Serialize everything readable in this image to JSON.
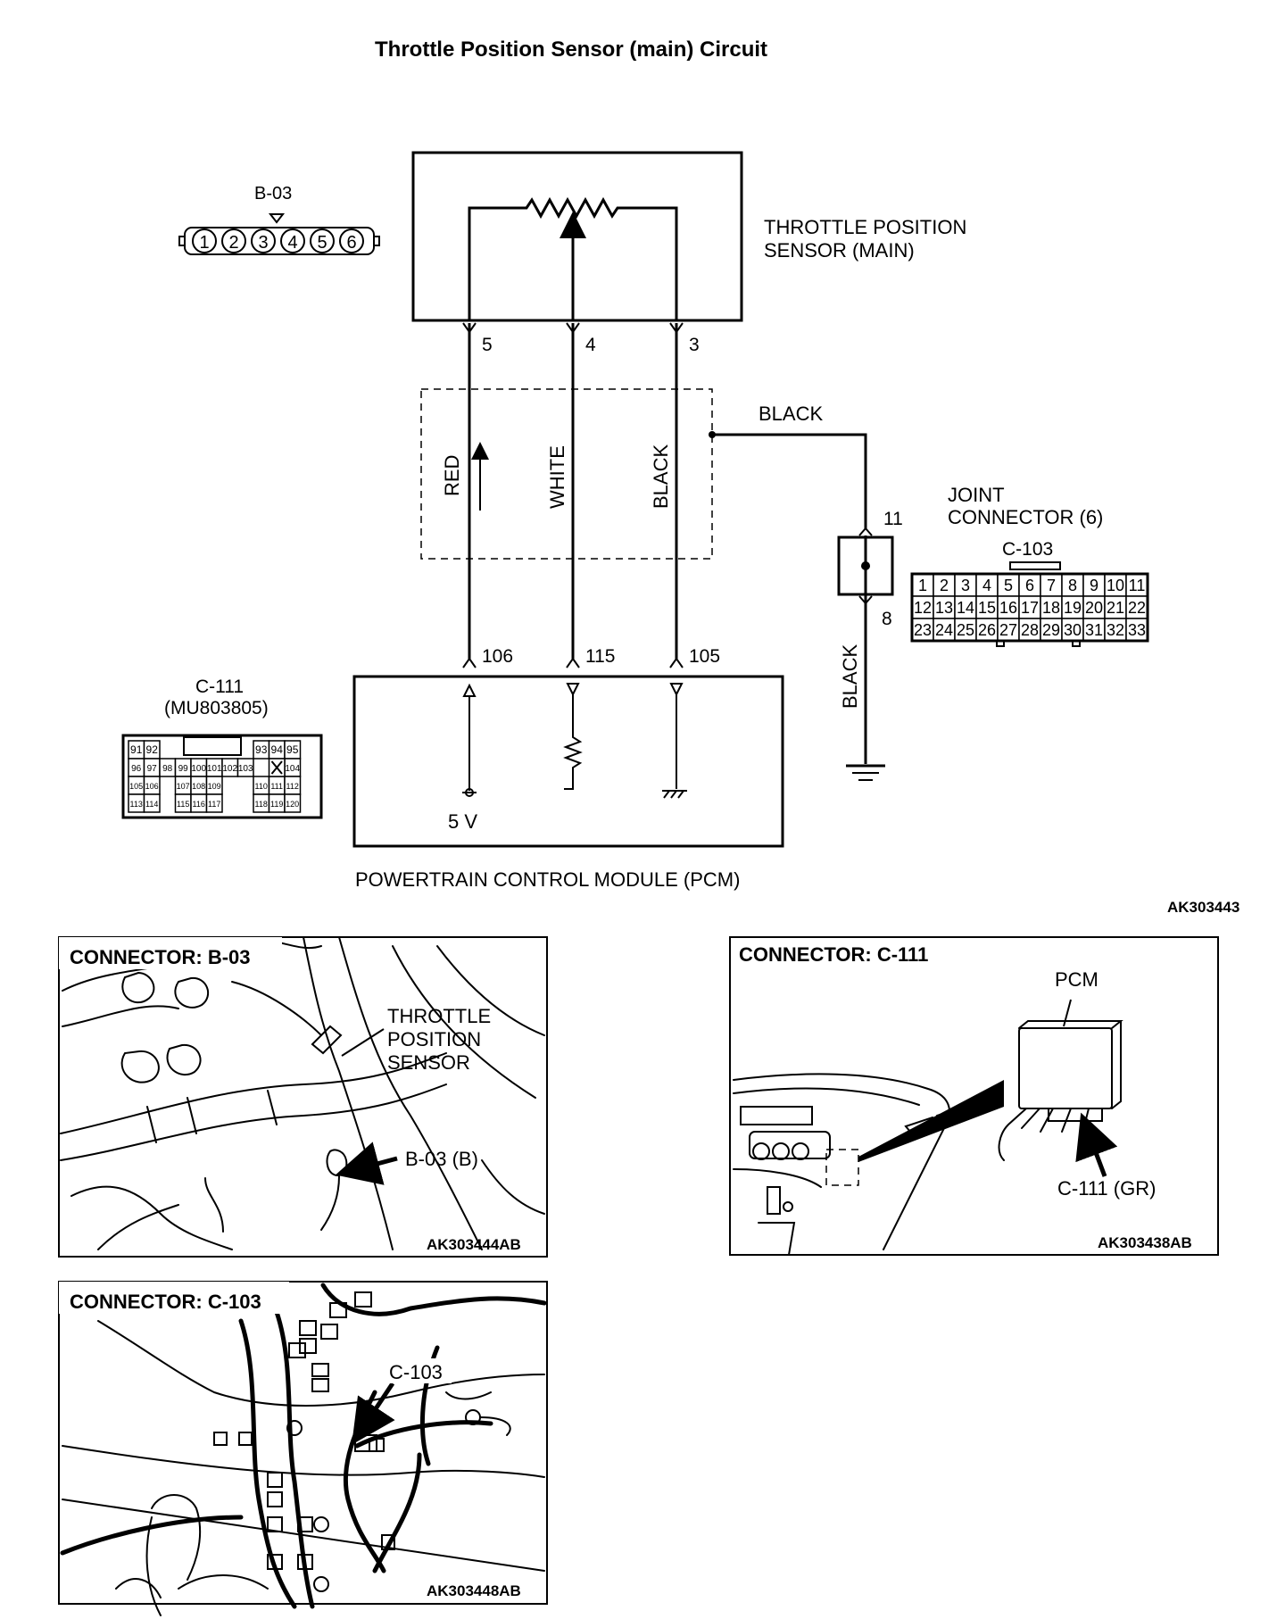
{
  "title": "Throttle Position Sensor (main) Circuit",
  "sensor": {
    "label_line1": "THROTTLE POSITION",
    "label_line2": "SENSOR (MAIN)",
    "connector_id": "B-03",
    "connector_pins": [
      "1",
      "2",
      "3",
      "4",
      "5",
      "6"
    ],
    "terminals": [
      "5",
      "4",
      "3"
    ]
  },
  "wires": {
    "red": "RED",
    "white": "WHITE",
    "black": "BLACK",
    "black_branch": "BLACK",
    "black_ground": "BLACK"
  },
  "joint_connector": {
    "label_line1": "JOINT",
    "label_line2": "CONNECTOR (6)",
    "id": "C-103",
    "pin_in": "11",
    "pin_out": "8",
    "rows": [
      [
        "1",
        "2",
        "3",
        "4",
        "5",
        "6",
        "7",
        "8",
        "9",
        "10",
        "11"
      ],
      [
        "12",
        "13",
        "14",
        "15",
        "16",
        "17",
        "18",
        "19",
        "20",
        "21",
        "22"
      ],
      [
        "23",
        "24",
        "25",
        "26",
        "27",
        "28",
        "29",
        "30",
        "31",
        "32",
        "33"
      ]
    ]
  },
  "pcm": {
    "label": "POWERTRAIN CONTROL MODULE (PCM)",
    "terminals": [
      "106",
      "115",
      "105"
    ],
    "supply": "5 V",
    "connector_id": "C-111",
    "part_number": "(MU803805)",
    "grid": {
      "r1": [
        "91",
        "92",
        "93",
        "94",
        "95"
      ],
      "r2": [
        "96",
        "97",
        "98",
        "99",
        "100",
        "101",
        "102",
        "103",
        "104"
      ],
      "r3": [
        "105",
        "106",
        "107",
        "108",
        "109",
        "110",
        "111",
        "112"
      ],
      "r4": [
        "113",
        "114",
        "115",
        "116",
        "117",
        "118",
        "119",
        "120"
      ]
    }
  },
  "figure_code": "AK303443",
  "panels": {
    "b03": {
      "title": "CONNECTOR: B-03",
      "label1": "THROTTLE",
      "label2": "POSITION",
      "label3": "SENSOR",
      "callout": "B-03 (B)",
      "code": "AK303444AB"
    },
    "c111": {
      "title": "CONNECTOR: C-111",
      "pcm_label": "PCM",
      "callout": "C-111 (GR)",
      "code": "AK303438AB"
    },
    "c103": {
      "title": "CONNECTOR: C-103",
      "callout": "C-103",
      "code": "AK303448AB"
    }
  }
}
